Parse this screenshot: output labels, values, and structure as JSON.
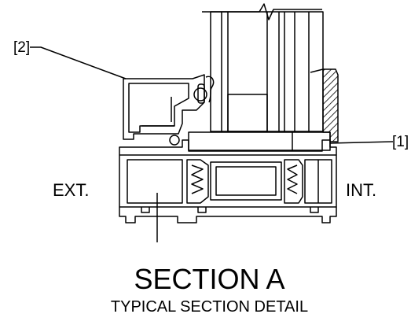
{
  "labels": {
    "callout_2": "[2]",
    "callout_1": "[1]",
    "exterior": "EXT.",
    "interior": "INT.",
    "title": "SECTION A",
    "subtitle": "TYPICAL SECTION DETAIL"
  },
  "colors": {
    "line": "#000000",
    "background": "#ffffff"
  }
}
